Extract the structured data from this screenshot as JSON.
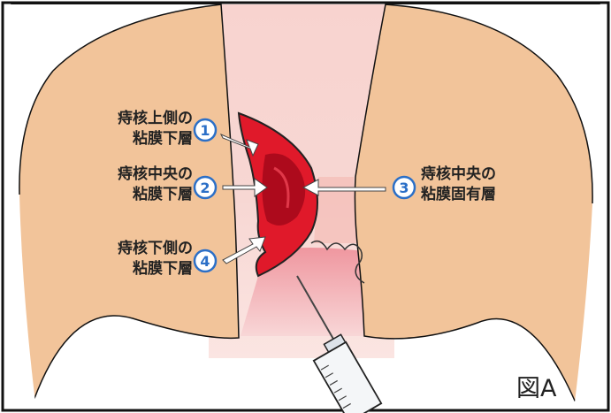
{
  "labels": [
    {
      "num": "1",
      "line1": "痔核上側の",
      "line2": "粘膜下層"
    },
    {
      "num": "2",
      "line1": "痔核中央の",
      "line2": "粘膜下層"
    },
    {
      "num": "3",
      "line1": "痔核中央の",
      "line2": "粘膜固有層"
    },
    {
      "num": "4",
      "line1": "痔核下側の",
      "line2": "粘膜下層"
    }
  ],
  "figure_label": "図A",
  "colors": {
    "skin": "#f2c49a",
    "canal": "#f7d0cc",
    "hemorrhoid": "#e0192a",
    "hemorrhoid_dark": "#a3081a",
    "marker_stroke": "#2b6fc7",
    "frame": "#111111"
  },
  "icons": [
    "syringe-icon",
    "arrow-icon"
  ]
}
